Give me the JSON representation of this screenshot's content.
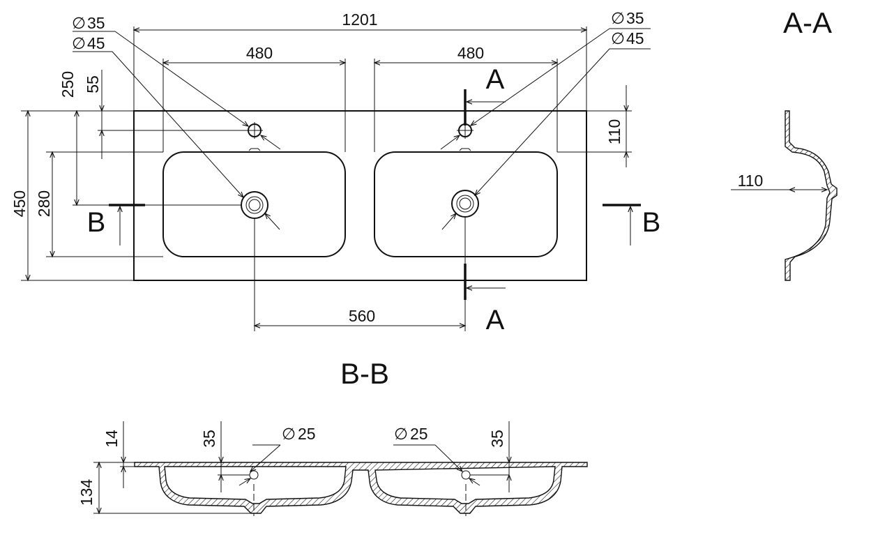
{
  "plan": {
    "width_1201": "1201",
    "basin_w_left": "480",
    "basin_w_right": "480",
    "depth_450": "450",
    "bowl_280": "280",
    "dim_250": "250",
    "dim_55": "55",
    "dim_110": "110",
    "centers_560": "560",
    "hole_left_35": "35",
    "hole_left_45": "45",
    "hole_right_35": "35",
    "hole_right_45": "45",
    "diameter_symbol": "∅"
  },
  "sections": {
    "aa_title": "A-A",
    "bb_title": "B-B",
    "a_top": "A",
    "a_bottom": "A",
    "b_left": "B",
    "b_right": "B",
    "aa_depth": "110"
  },
  "bb": {
    "dim_14": "14",
    "dim_134": "134",
    "dim_35_left": "35",
    "dim_35_right": "35",
    "hole_25_left": "25",
    "hole_25_right": "25"
  }
}
